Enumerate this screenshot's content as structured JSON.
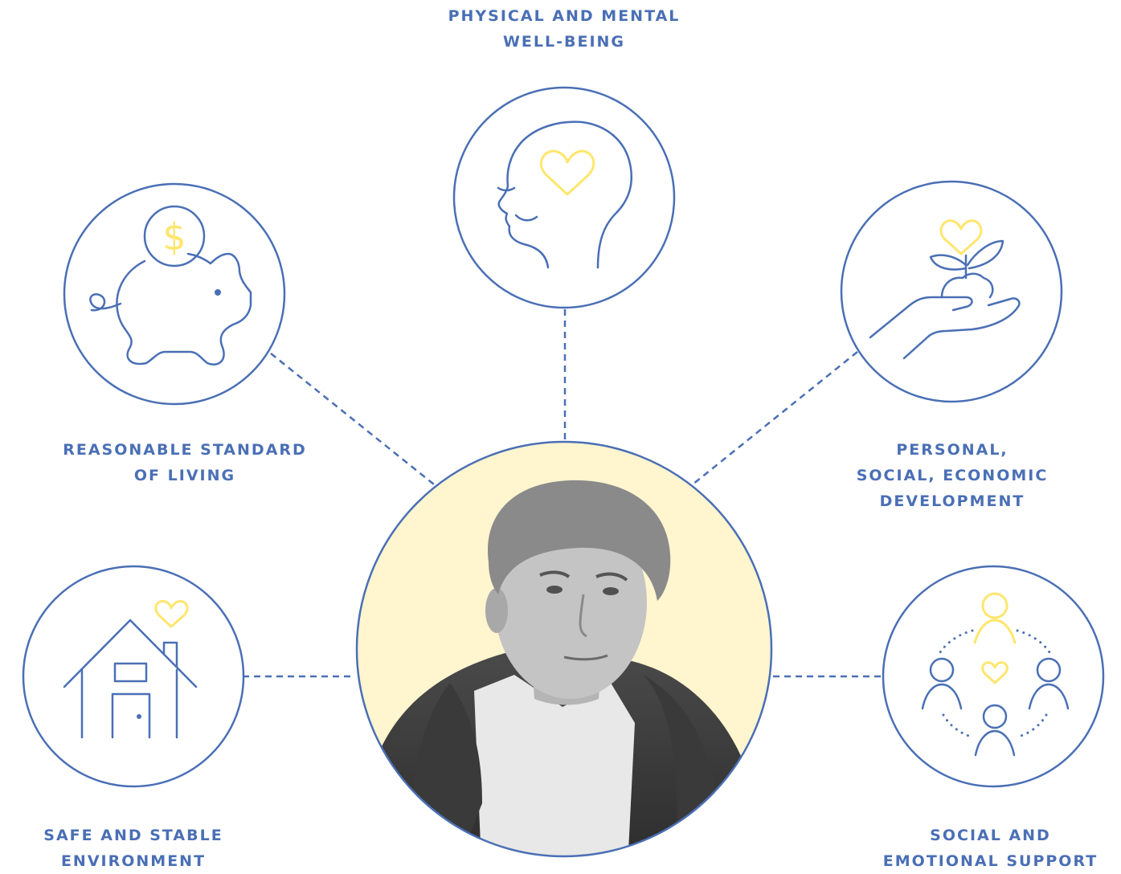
{
  "colors": {
    "primary": "#4a6fb5",
    "accent": "#ffe66d",
    "center_fill": "#fff5cf",
    "background": "#ffffff"
  },
  "center": {
    "photo": "portrait of young person in knit beanie and jacket"
  },
  "nodes": [
    {
      "id": "wellbeing",
      "icon": "head-heart-icon",
      "label_lines": [
        "PHYSICAL AND MENTAL",
        "WELL-BEING"
      ]
    },
    {
      "id": "standard",
      "icon": "piggy-bank-icon",
      "label_lines": [
        "REASONABLE STANDARD",
        "OF LIVING"
      ]
    },
    {
      "id": "development",
      "icon": "hand-plant-icon",
      "label_lines": [
        "PERSONAL,",
        "SOCIAL, ECONOMIC",
        "DEVELOPMENT"
      ]
    },
    {
      "id": "environment",
      "icon": "house-heart-icon",
      "label_lines": [
        "SAFE AND STABLE",
        "ENVIRONMENT"
      ]
    },
    {
      "id": "support",
      "icon": "people-circle-icon",
      "label_lines": [
        "SOCIAL AND",
        "EMOTIONAL SUPPORT"
      ]
    }
  ]
}
